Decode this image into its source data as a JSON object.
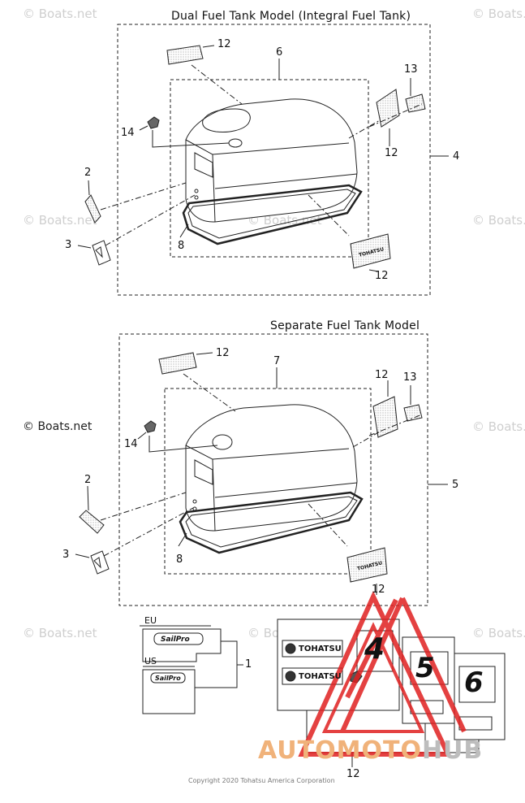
{
  "titles": {
    "integral": "Dual Fuel Tank Model  (Integral Fuel Tank)",
    "separate": "Separate Fuel Tank Model"
  },
  "callouts": {
    "c12a": "12",
    "c6": "6",
    "c13a": "13",
    "c14a": "14",
    "c12b": "12",
    "c4": "4",
    "c2a": "2",
    "c3a": "3",
    "c8a": "8",
    "c12c": "12",
    "c12d": "12",
    "c7": "7",
    "c12e": "12",
    "c13b": "13",
    "c14b": "14",
    "c5": "5",
    "c2b": "2",
    "c3b": "3",
    "c8b": "8",
    "c12f": "12",
    "c1": "1",
    "c12g": "12"
  },
  "region_labels": {
    "eu": "EU",
    "us": "US"
  },
  "decals": {
    "sailpro": "SailPro",
    "tohatsu": "TOHATSU",
    "num4": "4",
    "num5": "5",
    "num6": "6"
  },
  "watermark": "© Boats.net",
  "copyright_mark": "© Boats.net",
  "footer": "Copyright 2020 Tohatsu America Corporation",
  "brand": {
    "part1": "AUTOMOTO",
    "part2": "HUB"
  },
  "colors": {
    "line": "#222222",
    "watermark": "#cfcfcf",
    "brand_red": "#e02020",
    "brand_orange": "#f0b27a"
  }
}
